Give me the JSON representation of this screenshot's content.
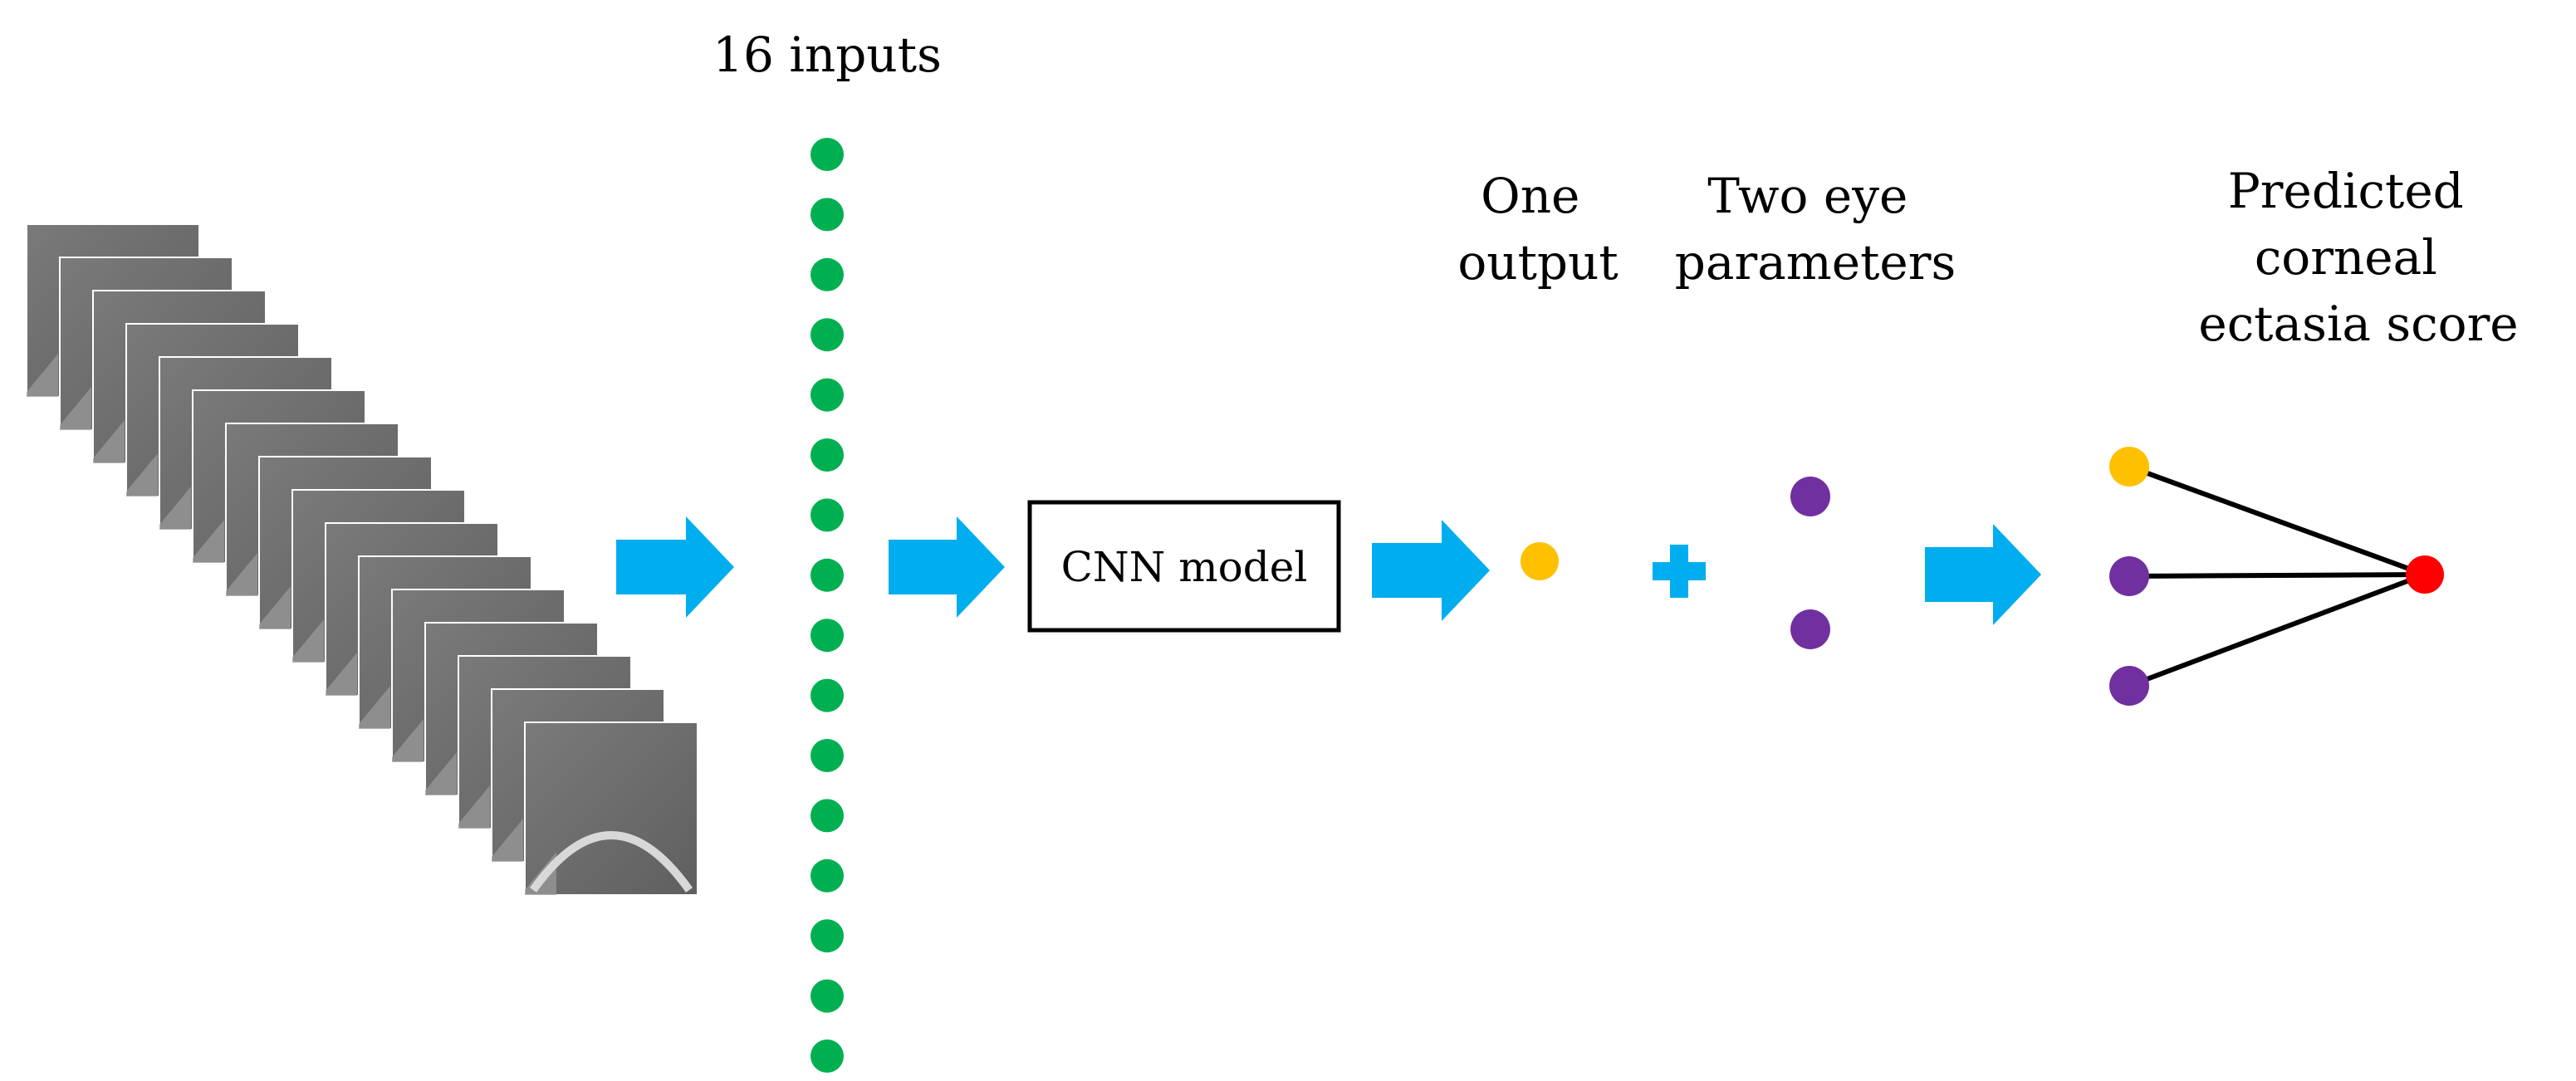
{
  "labels": {
    "inputs": "16 inputs",
    "cnn_model": "CNN model",
    "one_output": [
      "One",
      "output"
    ],
    "two_eye_params": [
      "Two eye",
      "parameters"
    ],
    "predicted_score": [
      "Predicted",
      "corneal",
      "ectasia score"
    ],
    "plus": "+"
  },
  "input_nodes": 16,
  "scan_image_count": 16,
  "colors": {
    "arrow": "#00AEEF",
    "input_node": "#00B050",
    "output_node": "#FFC000",
    "param_node": "#7030A0",
    "final_node": "#FF0000",
    "box_stroke": "#000000",
    "scan_fill": "#6d6d6d",
    "scan_edge": "#9a9a9a"
  },
  "icons": {
    "arrow": "right-arrow-icon",
    "plus": "plus-icon"
  }
}
